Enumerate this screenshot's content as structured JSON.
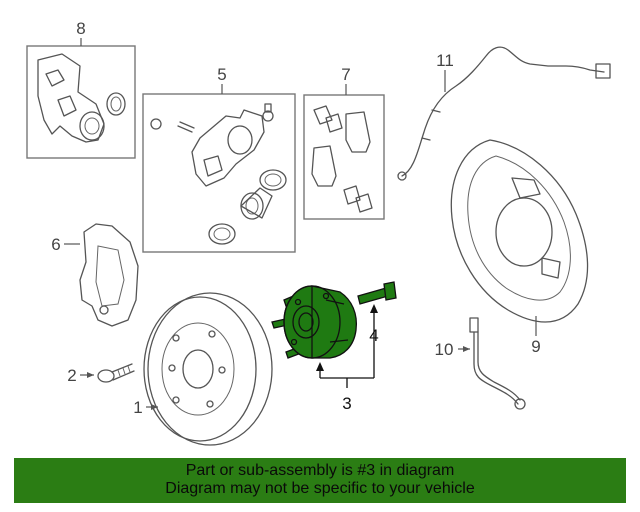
{
  "callouts": {
    "c1": "1",
    "c2": "2",
    "c3": "3",
    "c4": "4",
    "c5": "5",
    "c6": "6",
    "c7": "7",
    "c8": "8",
    "c9": "9",
    "c10": "10",
    "c11": "11"
  },
  "banner": {
    "line1": "Part or sub-assembly is #3 in diagram",
    "line2": "Diagram may not be specific to your vehicle"
  },
  "colors": {
    "highlight": "#1f7a12",
    "banner": "#2b7d14"
  }
}
